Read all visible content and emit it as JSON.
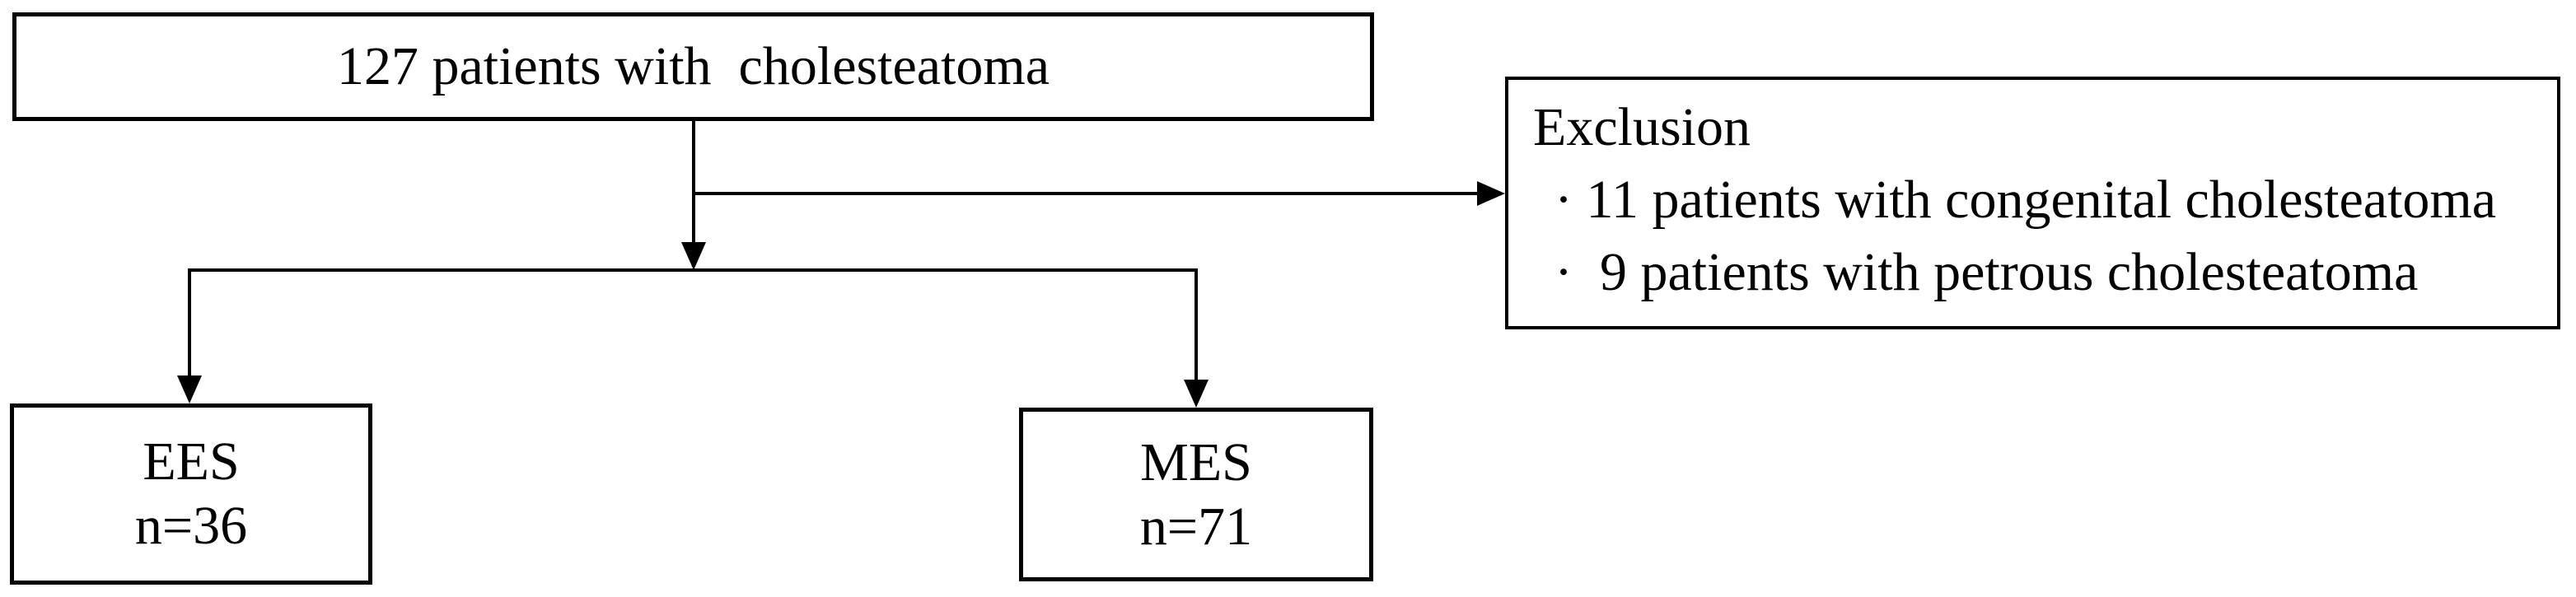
{
  "diagram": {
    "type": "flowchart",
    "boxes": {
      "top": {
        "label": "127 patients with  cholesteatoma"
      },
      "exclusion": {
        "title": "Exclusion",
        "items": [
          "· 11 patients with congenital cholesteatoma",
          "·  9 patients with petrous cholesteatoma"
        ]
      },
      "ees": {
        "name": "EES",
        "count": "n=36"
      },
      "mes": {
        "name": "MES",
        "count": "n=71"
      }
    },
    "colors": {
      "background": "#ffffff",
      "box_fill": "#ffffff",
      "box_border": "#000000",
      "line": "#000000",
      "text": "#000000"
    }
  }
}
